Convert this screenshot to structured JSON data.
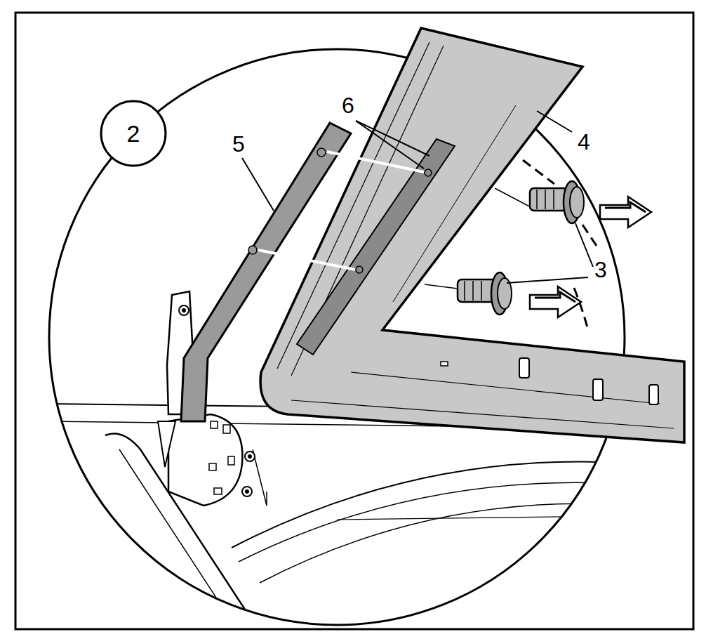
{
  "diagram": {
    "nodes": [
      {
        "text": [
          "2"
        ]
      }
    ],
    "labels": [
      "5",
      "6",
      "4",
      "3"
    ]
  }
}
